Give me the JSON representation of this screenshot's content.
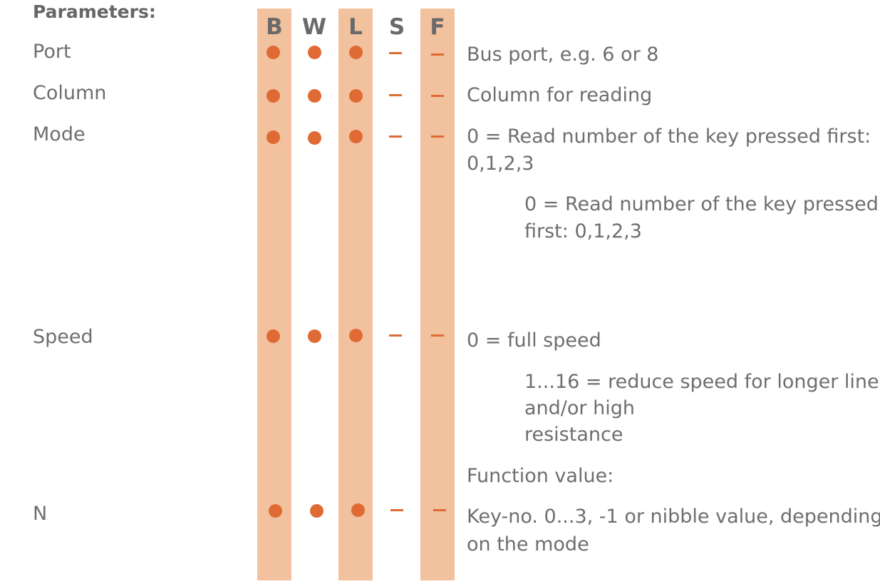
{
  "title": "Parameters:",
  "columns": [
    "B",
    "W",
    "L",
    "S",
    "F"
  ],
  "params": [
    {
      "name": "Port",
      "marks": [
        "dot",
        "dot",
        "dot",
        "dash",
        "dash"
      ],
      "desc": [
        "Bus port, e.g. 6 or 8"
      ]
    },
    {
      "name": "Column",
      "marks": [
        "dot",
        "dot",
        "dot",
        "dash",
        "dash"
      ],
      "desc": [
        "Column for reading"
      ]
    },
    {
      "name": "Mode",
      "marks": [
        "dot",
        "dot",
        "dot",
        "dash",
        "dash"
      ],
      "desc": [
        "0 = Read number of the key pressed first:",
        "0,1,2,3"
      ],
      "desc_indented": [
        "0 = Read number of the key pressed",
        "first: 0,1,2,3"
      ]
    },
    {
      "name": "Speed",
      "marks": [
        "dot",
        "dot",
        "dot",
        "dash",
        "dash"
      ],
      "desc": [
        "0 = full speed"
      ],
      "desc_indented": [
        "1...16 = reduce speed for longer line",
        "and/or high",
        "resistance"
      ]
    },
    {
      "name": "N",
      "marks": [
        "dot",
        "dot",
        "dot",
        "dash",
        "dash"
      ],
      "desc_above": "Function value:",
      "desc": [
        "Key-no. 0...3, -1 or nibble value, depending",
        "on the mode"
      ]
    }
  ],
  "colors": {
    "band": "#f2c19d",
    "marker": "#e06a34",
    "text": "#6e6e6e"
  }
}
